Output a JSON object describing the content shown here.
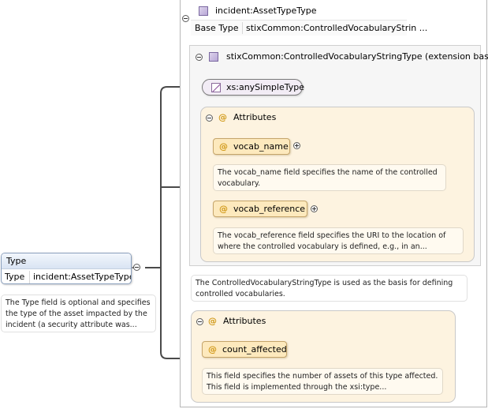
{
  "element": {
    "name": "Type",
    "type_label": "Type",
    "type_value": "incident:AssetTypeType",
    "doc": "The Type field is optional and specifies the type of the asset impacted by the incident (a security attribute was..."
  },
  "complex_type": {
    "name": "incident:AssetTypeType",
    "base_type_label": "Base Type",
    "base_type_value": "stixCommon:ControlledVocabularyStrin ..."
  },
  "extension": {
    "name": "stixCommon:ControlledVocabularyStringType (extension base)",
    "simple_type": "xs:anySimpleType",
    "attributes_label": "Attributes",
    "attributes": [
      {
        "name": "vocab_name",
        "doc": "The vocab_name field specifies the name of the controlled vocabulary."
      },
      {
        "name": "vocab_reference",
        "doc": "The vocab_reference field specifies the URI to the location of where the controlled vocabulary is defined, e.g., in an..."
      }
    ],
    "doc": "The ControlledVocabularyStringType is used as the basis for defining controlled vocabularies."
  },
  "own_attributes": {
    "label": "Attributes",
    "items": [
      {
        "name": "count_affected",
        "doc": "This field specifies the number of assets of this type affected. This field is implemented through the xsi:type..."
      }
    ]
  },
  "colors": {
    "element_border": "#8a9fbc",
    "attribute_fill": "#fde9bd",
    "attribute_group_fill": "#fdf3e0",
    "connector": "#4a4a4a"
  }
}
